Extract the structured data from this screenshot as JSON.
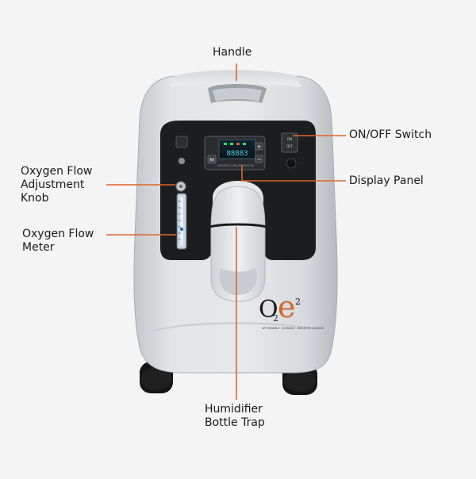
{
  "labels": {
    "handle": "Handle",
    "on_off_switch": "ON/OFF Switch",
    "display_panel": "Display Panel",
    "oxygen_flow_knob": "Oxygen Flow\nAdjustment\nKnob",
    "oxygen_flow_meter": "Oxygen Flow\nMeter",
    "humidifier_trap": "Humidifier\nBottle Trap"
  },
  "device": {
    "display_reading": "88883",
    "display_caption": "OXYGEN CONCENTRATOR",
    "mode_key": "M",
    "plus_key": "+",
    "minus_key": "−",
    "switch_on": "ON",
    "switch_off": "OFF"
  },
  "logo": {
    "letter_o": "O",
    "subscript": "2",
    "letter_e": "e",
    "superscript": "2",
    "tagline": "AFFORDABLE . DURABLE . INDUSTRY LEADING"
  },
  "colors": {
    "leader_line": "#e2642b",
    "body_light": "#dde0e3",
    "body_shadow": "#b9bdc2",
    "panel_dark": "#1c1d1f",
    "screen_green": "#2ee06a",
    "screen_cyan": "#47d3e6"
  }
}
